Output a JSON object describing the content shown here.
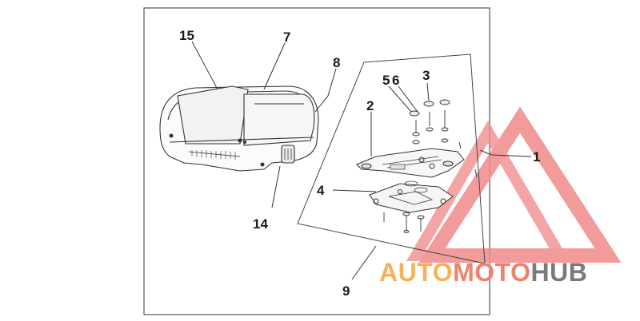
{
  "callouts": {
    "c1": "1",
    "c2": "2",
    "c3": "3",
    "c4": "4",
    "c5": "5",
    "c6": "6",
    "c7": "7",
    "c8": "8",
    "c9": "9",
    "c14": "14",
    "c15": "15"
  },
  "watermark": {
    "part1": "AUTO",
    "part2": "MOTO",
    "part3": "HUB",
    "color_auto": "#f5b25a",
    "color_moto": "#f08070",
    "color_hub": "#7a7a7a",
    "logo_color": "#f08a8a"
  }
}
